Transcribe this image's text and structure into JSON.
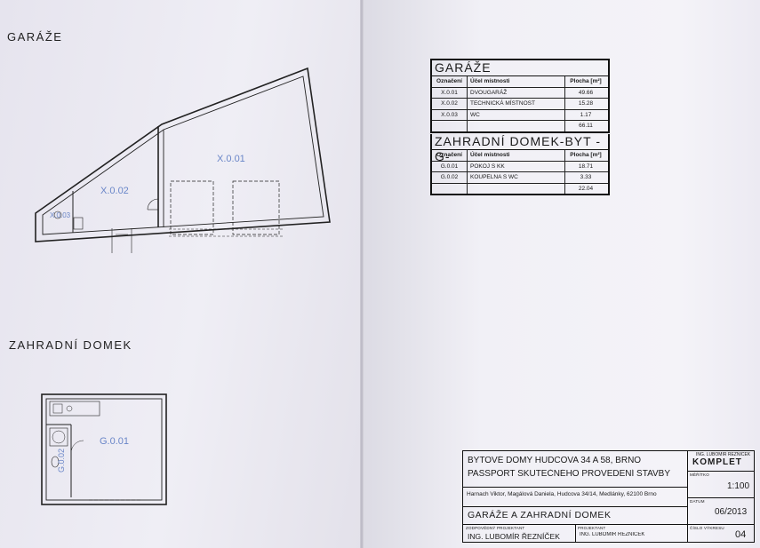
{
  "headings": {
    "garages": "GARÁŽE",
    "garden_house": "ZAHRADNÍ DOMEK"
  },
  "plan_labels": {
    "x001": "X.0.01",
    "x002": "X.0.02",
    "x003": "X.0.03",
    "g001": "G.0.01",
    "g002": "G.0.02"
  },
  "garages_table": {
    "title": "GARÁŽE",
    "headers": [
      "Označení",
      "Účel místnosti",
      "Plocha [m²]"
    ],
    "rows": [
      [
        "X.0.01",
        "DVOUGARÁŽ",
        "49.66"
      ],
      [
        "X.0.02",
        "TECHNICKÁ MÍSTNOST",
        "15.28"
      ],
      [
        "X.0.03",
        "WC",
        "1.17"
      ]
    ],
    "total": "66.11"
  },
  "garden_table": {
    "title": "ZAHRADNÍ DOMEK-BYT -G-",
    "headers": [
      "Označení",
      "Účel místnosti",
      "Plocha [m²]"
    ],
    "rows": [
      [
        "G.0.01",
        "POKOJ S KK",
        "18.71"
      ],
      [
        "G.0.02",
        "KOUPELNA S WC",
        "3.33"
      ]
    ],
    "total": "22.04"
  },
  "title_block": {
    "project_line1": "BYTOVÉ DOMY HUDCOVA 34 A 58, BRNO",
    "project_line2": "PASSPORT SKUTEČNÉHO PROVEDENÍ STAVBY",
    "investor": "Harnach Viktor, Magálová Daniela, Hudcova 34/14, Medlánky, 62100 Brno",
    "drawing_title": "GARÁŽE A ZAHRADNÍ DOMEK",
    "firm_name": "ING. LUBOMÍR ŘEZNÍČEK",
    "firm_logo": "KOMPLET",
    "scale_label": "MĚŘÍTKO",
    "scale": "1:100",
    "date_label": "DATUM",
    "date": "06/2013",
    "number_label": "ČÍSLO VÝKRESU",
    "number": "04",
    "responsible_label": "ZODPOVĚDNÝ PROJEKTANT",
    "responsible": "ING. LUBOMÍR ŘEZNÍČEK",
    "designer_label": "PROJEKTANT",
    "designer": "ING. LUBOMÍR ŘEZNÍČEK"
  }
}
